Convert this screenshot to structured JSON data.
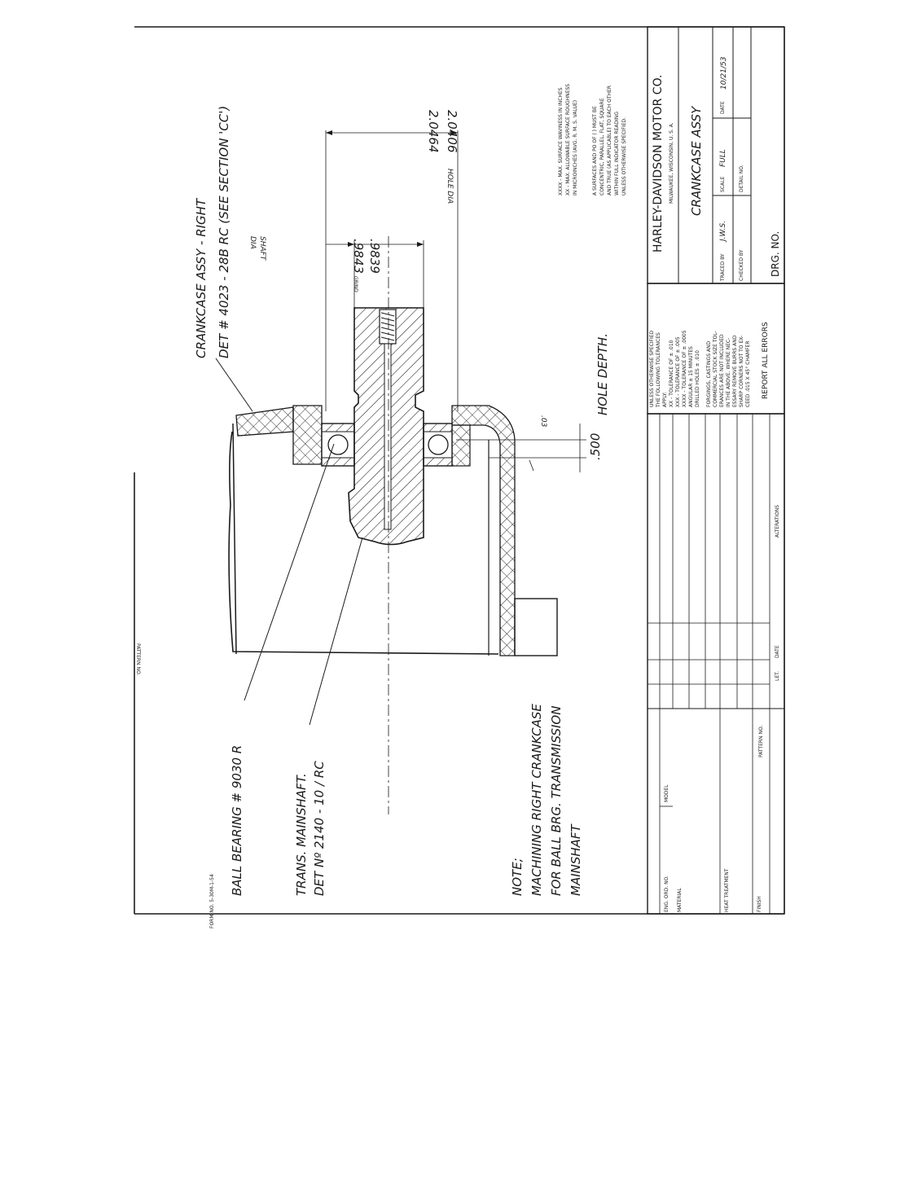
{
  "drawing": {
    "callout_crankcase": [
      "CRANKCASE ASSY - RIGHT",
      "DET # 4023 - 28B RC (SEE SECTION 'CC')"
    ],
    "callout_ball_bearing": "BALL BEARING # 9030 R",
    "callout_mainshaft": [
      "TRANS. MAINSHAFT.",
      "DET Nº 2140 - 10 / RC"
    ],
    "note_title": "NOTE;",
    "note_lines": [
      "MACHINING RIGHT CRANKCASE",
      "FOR BALL BRG. TRANSMISSION",
      "MAINSHAFT"
    ],
    "dim_hole_dia_1": "2.0464",
    "dim_hole_dia_2": "2.0406",
    "dim_hole_dia_label": "HOLE DIA",
    "dim_shaft_1": ".9839",
    "dim_shaft_2": ".9843",
    "dim_shaft_grind": "GRIND",
    "dim_shaft_label_1": "SHAFT",
    "dim_shaft_label_2": "DIA",
    "dim_depth": ".500",
    "dim_depth_label": "HOLE DEPTH.",
    "dim_chamfer": ".03"
  },
  "surface_notes": {
    "line1": "XXXX - MAX. SURFACE WAVINESS IN INCHES",
    "line2": "XX - MAX. ALLOWABLE SURFACE ROUGHNESS",
    "line3": "IN MICROINCHES (AVG. R. M. S. VALUE)",
    "line4": "A SURFACES AND PO OF (      ) MUST BE",
    "line5": "CONCENTRIC, PARALLEL, FLAT, SQUARE",
    "line6": "AND TRUE (AS APPLICABLE) TO EACH OTHER",
    "line7": "WITHIN         FULL INDICATOR READING",
    "line8": "UNLESS OTHERWISE SPECIFIED."
  },
  "title_block": {
    "company": "HARLEY-DAVIDSON MOTOR CO.",
    "location": "MILWAUKEE, WISCONSIN, U. S. A.",
    "part_name": "CRANKCASE ASSY",
    "traced_by_label": "TRACED BY",
    "traced_by_value": "J.W.S.",
    "scale_label": "SCALE",
    "scale_value": "FULL",
    "date_label": "DATE",
    "date_value": "10/21/53",
    "checked_by_label": "CHECKED BY",
    "detail_no_label": "DETAIL NO.",
    "drg_no_label": "DRG. NO."
  },
  "tolerances": {
    "lines": [
      "UNLESS OTHERWISE SPECIFIED",
      "THE FOLLOWING TOLERANCES",
      "APPLY:",
      "XX    - TOLERANCE OF ± .010",
      "XXX   - TOLERANCE OF ± .005",
      "XXXX  - TOLERANCE OF ± .0005",
      "ANGULAR ± 15 MINUTES",
      "DRILLED HOLES ± .010",
      "FORGINGS, CASTINGS AND",
      "COMMERCIAL STOCK SIZE TOL-",
      "ERANCES ARE NOT INCLUDED",
      "IN THE ABOVE. WHERE NEC-",
      "ESSARY REMOVE BURRS AND",
      "SHARP CORNERS NOT TO EX-",
      "CEED .015 X 45° CHAMFER"
    ],
    "report": "REPORT ALL ERRORS"
  },
  "left_block": {
    "eng_ord_no": "ENG. ORD. NO.",
    "model": "MODEL",
    "material": "MATERIAL",
    "heat_treatment": "HEAT TREATMENT",
    "finish": "FINISH",
    "pattern_no": "PATTERN NO.",
    "let": "LET.",
    "date": "DATE",
    "alterations": "ALTERATIONS"
  },
  "margin_text": {
    "pattern_no_top": "PATTERN NO.",
    "form_no": "FORM NO. 5-30M-1-54"
  }
}
